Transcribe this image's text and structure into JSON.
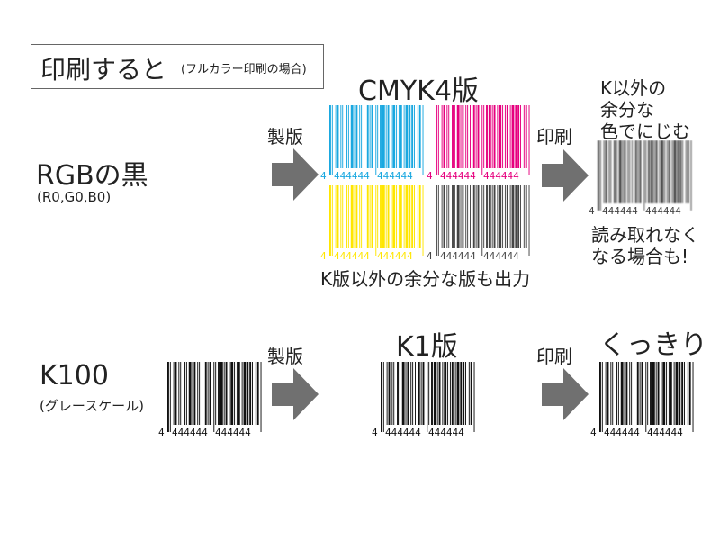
{
  "title": {
    "main": "印刷すると",
    "sub": "(フルカラー印刷の場合)"
  },
  "rgb": {
    "heading": "RGBの黒",
    "subheading": "(R0,G0,B0)",
    "process_label": "製版",
    "plates_title": "CMYK4版",
    "plates_caption": "K版以外の余分な版も出力",
    "print_label": "印刷",
    "result_top_lines": [
      "K以外の",
      "余分な",
      "色でにじむ"
    ],
    "result_bottom_lines": [
      "読み取れなく",
      "なる場合も!"
    ]
  },
  "k100": {
    "heading": "K100",
    "subheading": "(グレースケール)",
    "process_label": "製版",
    "plate_title": "K1版",
    "print_label": "印刷",
    "result_label": "くっきり"
  },
  "barcode": {
    "lead_digit": "4",
    "left_digits": "444444",
    "right_digits": "444444"
  },
  "colors": {
    "cyan": "#1aa8e0",
    "magenta": "#e6007e",
    "yellow": "#ffe600",
    "black": "#111111",
    "dark_gray": "#444444",
    "arrow": "#707070"
  }
}
